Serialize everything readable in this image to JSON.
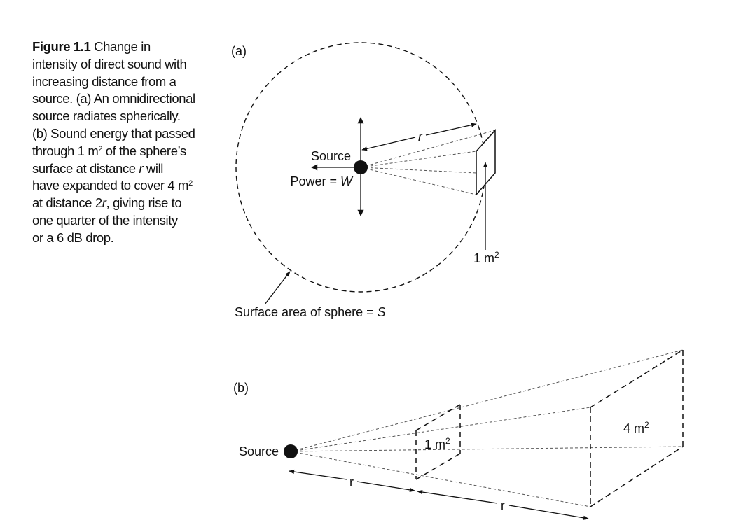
{
  "caption": {
    "label": "Figure 1.1",
    "l1": " Change in",
    "l2": "intensity of direct sound with",
    "l3": "increasing distance from a",
    "l4": "source. (a) An omnidirectional",
    "l5": "source radiates spherically.",
    "l6": "(b) Sound energy that passed",
    "l7a": "through 1 m",
    "l7sup": "2",
    "l7b": " of the sphere’s",
    "l8a": "surface at distance ",
    "l8i": "r",
    "l8b": " will",
    "l9a": "have expanded to cover 4 m",
    "l9sup": "2",
    "l10a": "at distance 2",
    "l10i": "r",
    "l10b": ", giving rise to",
    "l11": "one quarter of the intensity",
    "l12": "or a 6 dB drop."
  },
  "panel_a": {
    "label": "(a)",
    "source": "Source",
    "power": "Power = ",
    "power_var": "W",
    "radius": "r",
    "area": "1 m",
    "area_sup": "2",
    "surface": "Surface area of sphere = ",
    "surface_var": "S"
  },
  "panel_b": {
    "label": "(b)",
    "source": "Source",
    "area_small": "1 m",
    "area_small_sup": "2",
    "area_large": "4 m",
    "area_large_sup": "2",
    "r1": "r",
    "r2": "r"
  }
}
